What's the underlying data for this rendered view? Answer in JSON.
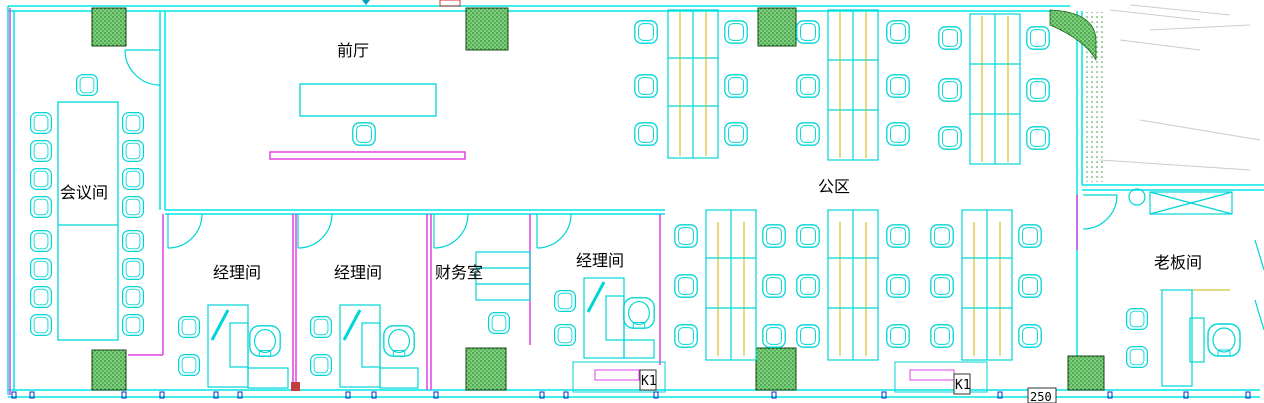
{
  "rooms": {
    "lobby": "前厅",
    "open_office": "公区",
    "meeting_room": "会议间",
    "manager_office_1": "经理间",
    "manager_office_2": "经理间",
    "finance_room": "财务室",
    "manager_office_3": "经理间",
    "boss_office": "老板间"
  },
  "tags": {
    "cabinet_1": "K1",
    "cabinet_2": "K1",
    "dimension": "250"
  },
  "colors": {
    "wall": "#00e5e5",
    "partition": "#e040e0",
    "column_fill": "#7ccf7c",
    "column_stroke": "#1a6a1a",
    "desk_accent": "#c8b400",
    "grid_line": "#b0b0b0"
  },
  "icons": {
    "chair": "office-chair-icon",
    "door": "door-swing-icon",
    "column": "structural-column-icon",
    "plant": "plant-icon"
  }
}
